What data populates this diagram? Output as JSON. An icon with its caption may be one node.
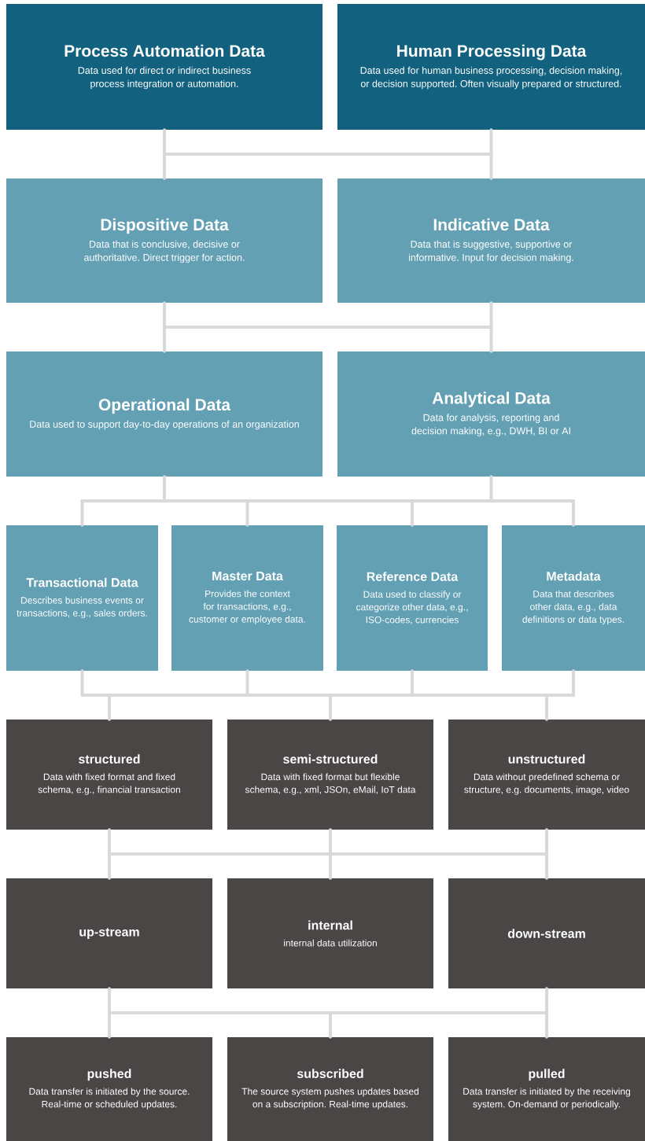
{
  "diagram": {
    "nodes": [
      {
        "text": [
          "Process Automation Data",
          "Data used for direct or indirect business process integration or automation."
        ]
      },
      {
        "text": [
          "Human Processing Data",
          "Data used for human business processing, decision making, or decision supported. Often visually prepared or structured."
        ]
      },
      {
        "text": [
          "Dispositive Data",
          "Data that is conclusive, decisive or authoritative. Direct trigger for action."
        ]
      },
      {
        "text": [
          "Indicative Data",
          "Data that is suggestive, supportive or informative. Input for decision making."
        ]
      },
      {
        "text": [
          "Operational Data",
          "Data used to support day-to-day operations of an organization"
        ]
      },
      {
        "text": [
          "Analytical Data",
          "Data for analysis, reporting and decision making, e.g., DWH, BI or AI"
        ]
      },
      {
        "text": [
          "Transactional Data",
          "Describes business events or transactions, e.g., sales orders."
        ]
      },
      {
        "text": [
          "Master Data",
          "Provides the context for transactions, e.g., customer or employee data."
        ]
      },
      {
        "text": [
          "Reference Data",
          "Data used to classify or categorize other data, e.g., ISO-codes, currencies"
        ]
      },
      {
        "text": [
          "Metadata",
          "Data that describes other data, e.g., data definitions or data types."
        ]
      },
      {
        "text": [
          "structured",
          "Data with fixed format and fixed schema, e.g., financial transaction"
        ]
      },
      {
        "text": [
          "semi-structured",
          "Data with fixed format but flexible schema, e.g., xml, JSOn, eMail, IoT data"
        ]
      },
      {
        "text": [
          "unstructured",
          "Data without predefined schema or structure, e.g. documents, image, video"
        ]
      },
      {
        "text": [
          "up-stream"
        ]
      },
      {
        "text": [
          "internal",
          "internal data utilization"
        ]
      },
      {
        "text": [
          "down-stream"
        ]
      },
      {
        "text": [
          "pushed",
          "Data transfer is initiated by the source. Real-time or scheduled updates."
        ]
      },
      {
        "text": [
          "subscribed",
          "The source system pushes updates based on a subscription. Real-time updates."
        ]
      },
      {
        "text": [
          "pulled",
          "Data transfer is initiated by the receiving system. On-demand or periodically."
        ]
      }
    ],
    "edges": [
      {
        "from": 0,
        "to": 2,
        "arrow": "none"
      },
      {
        "from": 0,
        "to": 3,
        "arrow": "none"
      },
      {
        "from": 1,
        "to": 2,
        "arrow": "none"
      },
      {
        "from": 1,
        "to": 3,
        "arrow": "none"
      },
      {
        "from": 2,
        "to": 4,
        "arrow": "none"
      },
      {
        "from": 2,
        "to": 5,
        "arrow": "none"
      },
      {
        "from": 3,
        "to": 4,
        "arrow": "none"
      },
      {
        "from": 3,
        "to": 5,
        "arrow": "none"
      },
      {
        "from": 4,
        "to": 6,
        "arrow": "none"
      },
      {
        "from": 4,
        "to": 7,
        "arrow": "none"
      },
      {
        "from": 4,
        "to": 8,
        "arrow": "none"
      },
      {
        "from": 4,
        "to": 9,
        "arrow": "none"
      },
      {
        "from": 5,
        "to": 6,
        "arrow": "none"
      },
      {
        "from": 5,
        "to": 7,
        "arrow": "none"
      },
      {
        "from": 5,
        "to": 8,
        "arrow": "none"
      },
      {
        "from": 5,
        "to": 9,
        "arrow": "none"
      },
      {
        "from": 6,
        "to": 10,
        "arrow": "none"
      },
      {
        "from": 6,
        "to": 11,
        "arrow": "none"
      },
      {
        "from": 6,
        "to": 12,
        "arrow": "none"
      },
      {
        "from": 7,
        "to": 10,
        "arrow": "none"
      },
      {
        "from": 7,
        "to": 11,
        "arrow": "none"
      },
      {
        "from": 7,
        "to": 12,
        "arrow": "none"
      },
      {
        "from": 8,
        "to": 10,
        "arrow": "none"
      },
      {
        "from": 8,
        "to": 11,
        "arrow": "none"
      },
      {
        "from": 8,
        "to": 12,
        "arrow": "none"
      },
      {
        "from": 9,
        "to": 10,
        "arrow": "none"
      },
      {
        "from": 9,
        "to": 11,
        "arrow": "none"
      },
      {
        "from": 9,
        "to": 12,
        "arrow": "none"
      },
      {
        "from": 10,
        "to": 13,
        "arrow": "none"
      },
      {
        "from": 10,
        "to": 14,
        "arrow": "none"
      },
      {
        "from": 10,
        "to": 15,
        "arrow": "none"
      },
      {
        "from": 11,
        "to": 13,
        "arrow": "none"
      },
      {
        "from": 11,
        "to": 14,
        "arrow": "none"
      },
      {
        "from": 11,
        "to": 15,
        "arrow": "none"
      },
      {
        "from": 12,
        "to": 13,
        "arrow": "none"
      },
      {
        "from": 12,
        "to": 14,
        "arrow": "none"
      },
      {
        "from": 12,
        "to": 15,
        "arrow": "none"
      },
      {
        "from": 13,
        "to": 16,
        "arrow": "none"
      },
      {
        "from": 13,
        "to": 17,
        "arrow": "none"
      },
      {
        "from": 13,
        "to": 18,
        "arrow": "none"
      },
      {
        "from": 15,
        "to": 16,
        "arrow": "none"
      },
      {
        "from": 15,
        "to": 17,
        "arrow": "none"
      },
      {
        "from": 15,
        "to": 18,
        "arrow": "none"
      }
    ]
  }
}
